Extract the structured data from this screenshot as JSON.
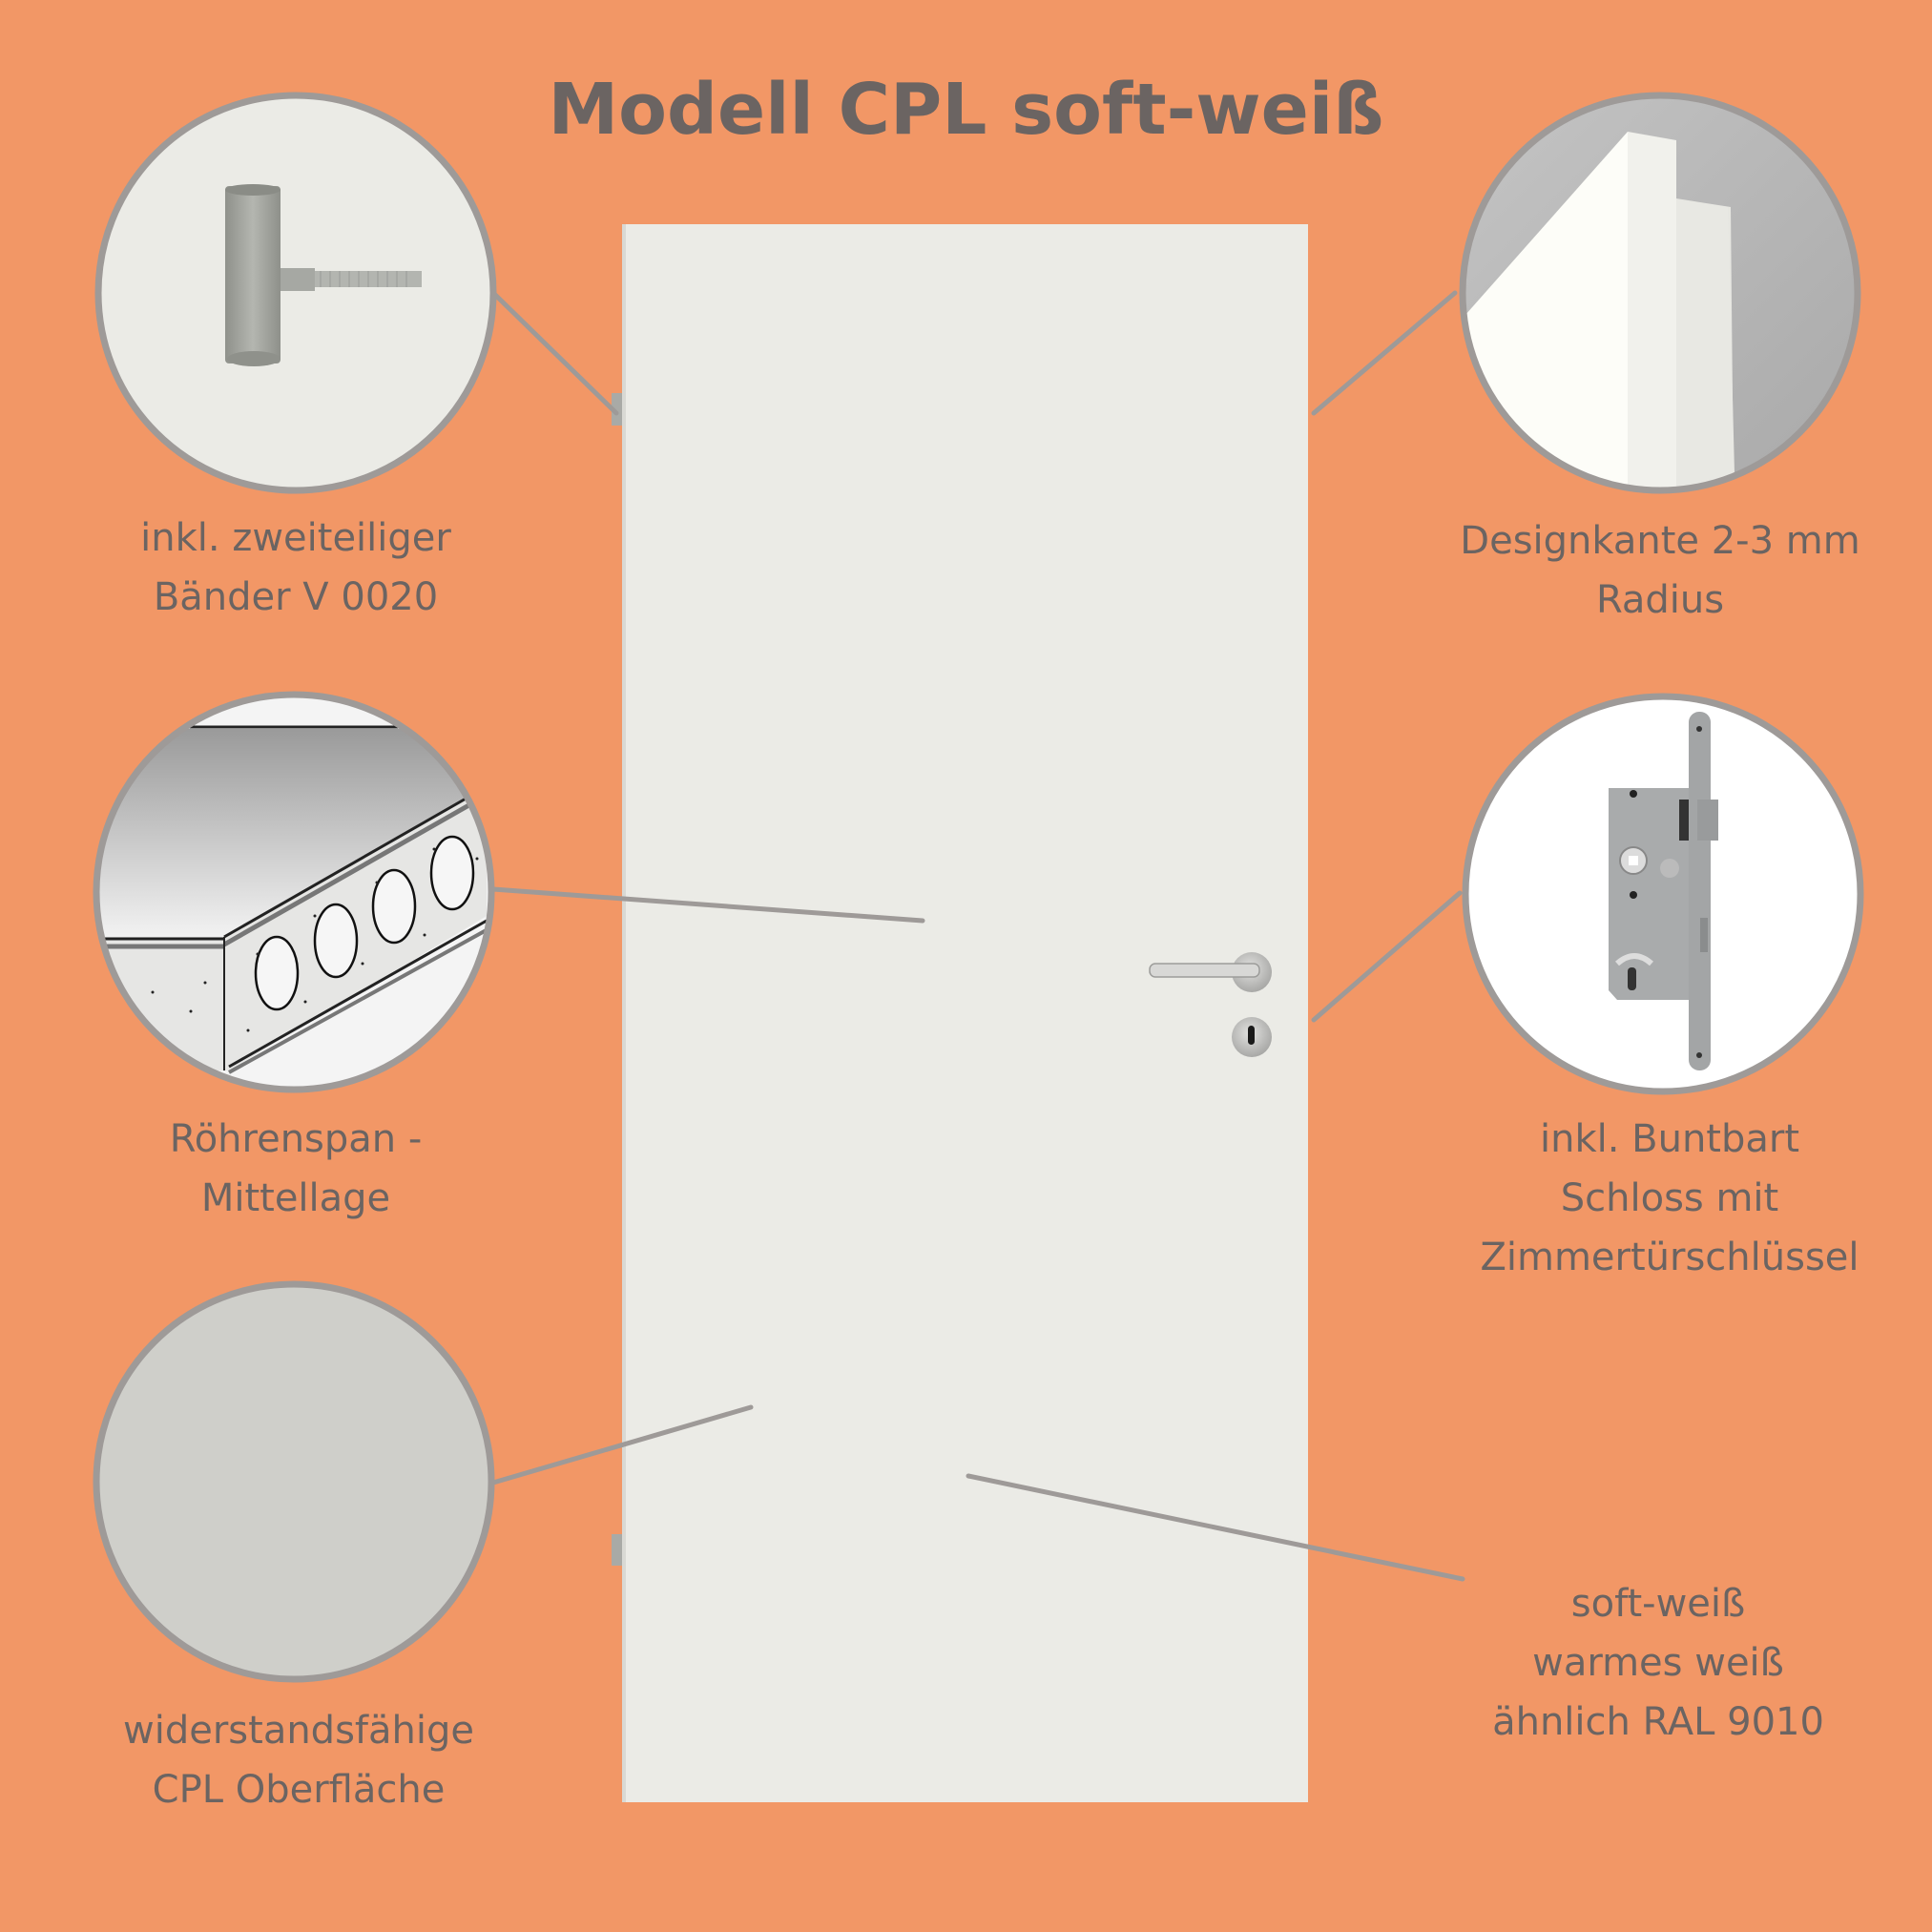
{
  "title": "Modell CPL soft-weiß",
  "colors": {
    "background": "#f29766",
    "text": "#6b6462",
    "circle_border": "#9e9a98",
    "door_surface": "#ebebe6",
    "leader_line": "#9e9a98"
  },
  "features": [
    {
      "id": "hinge",
      "icon": "hinge-icon",
      "lines": [
        "inkl. zweiteiliger",
        "Bänder V 0020"
      ]
    },
    {
      "id": "edge",
      "icon": "design-edge-icon",
      "lines": [
        "Designkante 2-3 mm",
        "Radius"
      ]
    },
    {
      "id": "core",
      "icon": "tubular-chipboard-icon",
      "lines": [
        "Röhrenspan -",
        "Mittellage"
      ]
    },
    {
      "id": "lock",
      "icon": "mortise-lock-icon",
      "lines": [
        "inkl. Buntbart",
        "Schloss mit",
        "Zimmertürschlüssel"
      ]
    },
    {
      "id": "surface",
      "icon": "cpl-surface-swatch",
      "lines": [
        "widerstandsfähige",
        "CPL Oberfläche"
      ]
    },
    {
      "id": "color",
      "icon": "color-note",
      "lines": [
        "soft-weiß",
        "warmes weiß",
        "ähnlich RAL 9010"
      ]
    }
  ]
}
